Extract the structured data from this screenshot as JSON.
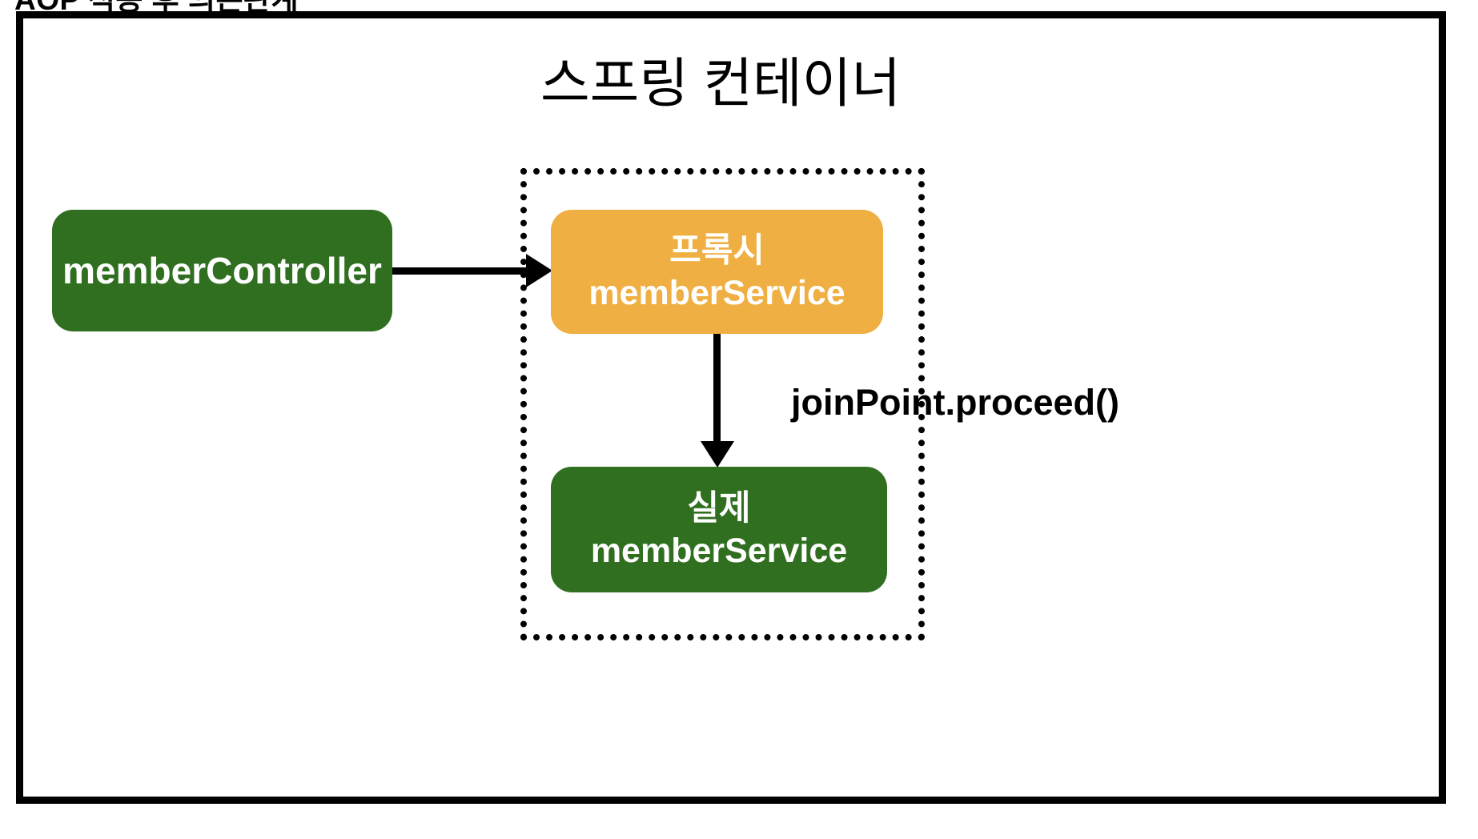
{
  "page": {
    "clipped_heading": "AOP 적용 후 의존관계"
  },
  "container": {
    "title": "스프링 컨테이너"
  },
  "nodes": {
    "controller": {
      "label": "memberController",
      "color": "#306F20"
    },
    "proxy": {
      "line1": "프록시",
      "line2": "memberService",
      "color": "#EFAF42"
    },
    "real": {
      "line1": "실제",
      "line2": "memberService",
      "color": "#306F20"
    }
  },
  "edges": {
    "controller_to_proxy": {
      "from": "memberController",
      "to": "프록시 memberService",
      "label": ""
    },
    "proxy_to_real": {
      "from": "프록시 memberService",
      "to": "실제 memberService",
      "label": "joinPoint.proceed()"
    }
  },
  "colors": {
    "node_green": "#306F20",
    "node_orange": "#EFAF42",
    "border_black": "#000000",
    "text_white": "#FFFFFF",
    "background": "#FFFFFF"
  }
}
